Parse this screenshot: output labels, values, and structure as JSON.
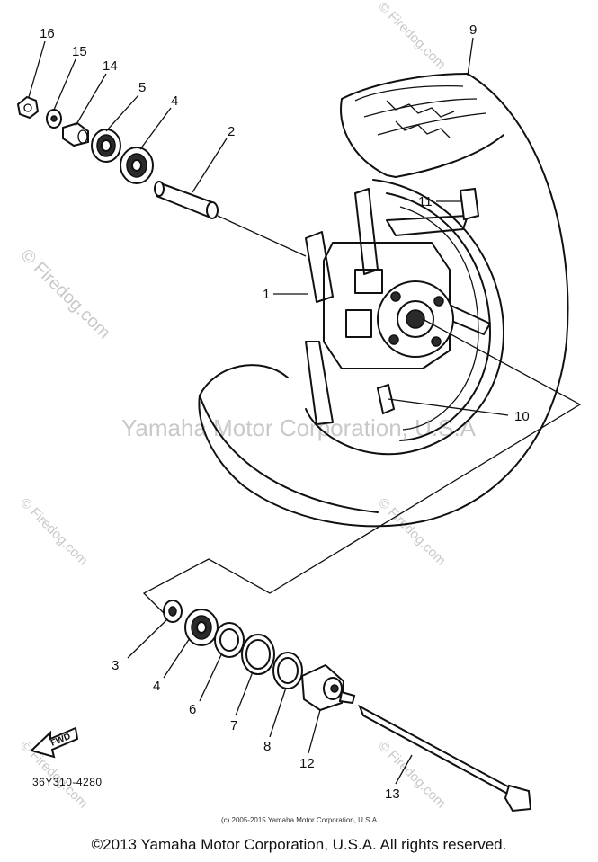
{
  "diagram": {
    "part_code": "36Y310-4280",
    "fwd_label": "FWD",
    "callouts": {
      "c16": "16",
      "c15": "15",
      "c14": "14",
      "c5": "5",
      "c4a": "4",
      "c2": "2",
      "c9": "9",
      "c11": "11",
      "c1": "1",
      "c10": "10",
      "c3": "3",
      "c4b": "4",
      "c6": "6",
      "c7": "7",
      "c8": "8",
      "c12": "12",
      "c13": "13"
    }
  },
  "watermarks": {
    "firedog": "© Firedog.com",
    "center": "Yamaha Motor Corporation, U.S.A"
  },
  "small_copyright": "(c) 2005-2015 Yamaha Motor Corporation, U.S.A",
  "footer": "©2013 Yamaha Motor Corporation, U.S.A. All rights reserved."
}
